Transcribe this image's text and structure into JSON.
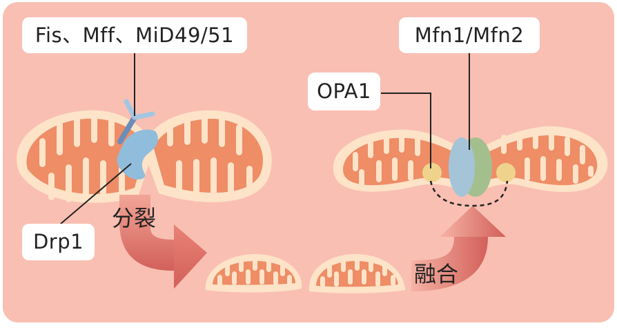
{
  "diagram": {
    "title": "Mitochondrial fission and fusion",
    "colors": {
      "background": "#f9bfb3",
      "mito_outer": "#fde3c8",
      "mito_inner": "#ee8d66",
      "drp1": "#91bddc",
      "fis_receptor_dark": "#6d8db8",
      "fis_receptor_light": "#a3c6e2",
      "mfn1": "#a5c4d8",
      "mfn2": "#a4bf8e",
      "opa1": "#efd38d",
      "arrow_light": "#f2a596",
      "arrow_dark": "#d2605a",
      "line": "#222222"
    },
    "labels": {
      "fis_mff_mid": "Fis、Mff、MiD49/51",
      "drp1": "Drp1",
      "mfn": "Mfn1/Mfn2",
      "opa1": "OPA1"
    },
    "processes": {
      "fission": "分裂",
      "fusion": "融合"
    }
  }
}
